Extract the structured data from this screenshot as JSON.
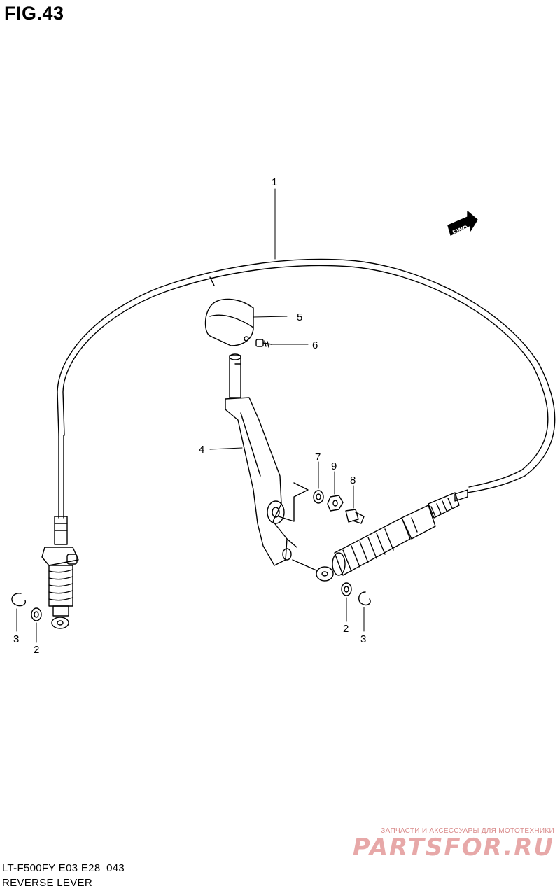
{
  "figure": {
    "title": "FIG.43"
  },
  "callouts": [
    {
      "id": "c1",
      "label": "1"
    },
    {
      "id": "c5",
      "label": "5"
    },
    {
      "id": "c6",
      "label": "6"
    },
    {
      "id": "c4",
      "label": "4"
    },
    {
      "id": "c7",
      "label": "7"
    },
    {
      "id": "c9",
      "label": "9"
    },
    {
      "id": "c8",
      "label": "8"
    },
    {
      "id": "c3l",
      "label": "3"
    },
    {
      "id": "c2l",
      "label": "2"
    },
    {
      "id": "c2r",
      "label": "2"
    },
    {
      "id": "c3r",
      "label": "3"
    }
  ],
  "fwd_badge": {
    "label": "FWD"
  },
  "model": {
    "line1": "LT-F500FY E03 E28_043",
    "line2": "REVERSE LEVER"
  },
  "watermark": {
    "tagline": "ЗАПЧАСТИ И АКСЕССУАРЫ ДЛЯ МОТОТЕХНИКИ",
    "brand": "PARTSFOR.RU"
  }
}
